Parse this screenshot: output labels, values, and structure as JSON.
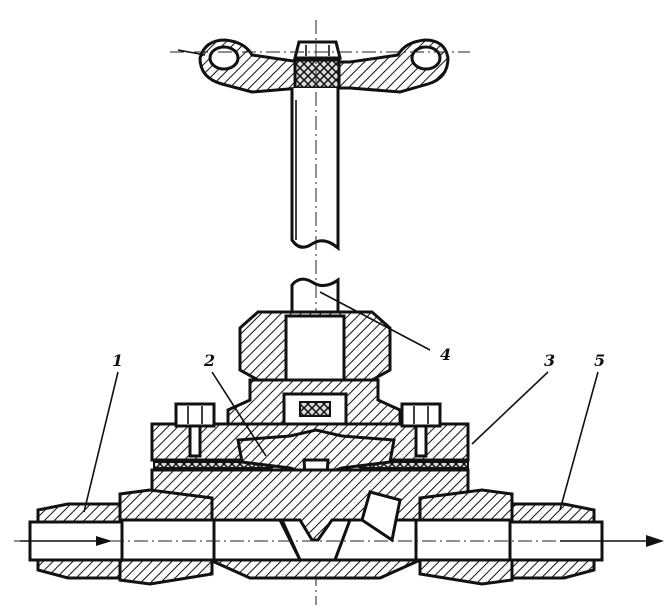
{
  "figure": {
    "callouts": [
      {
        "id": "c1",
        "text": "1"
      },
      {
        "id": "c2",
        "text": "2"
      },
      {
        "id": "c3",
        "text": "3"
      },
      {
        "id": "c4",
        "text": "4"
      },
      {
        "id": "c5",
        "text": "5"
      }
    ]
  }
}
